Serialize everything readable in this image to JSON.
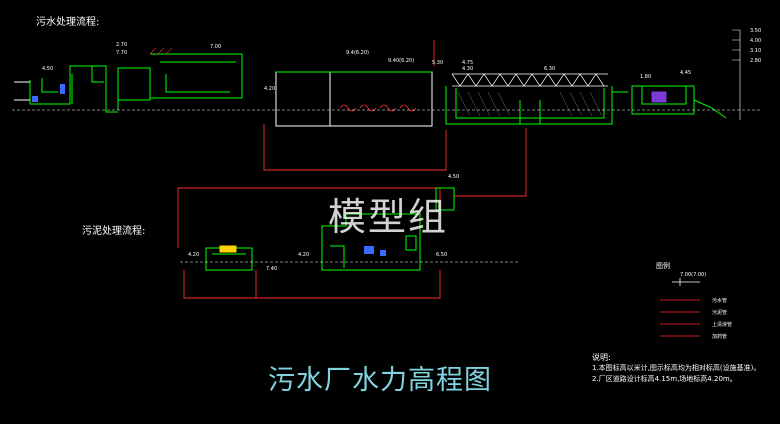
{
  "sections": {
    "sewage_title": "污水处理流程:",
    "sludge_title": "污泥处理流程:"
  },
  "drawing_title": "污水厂水力高程图",
  "watermark": "模型组",
  "notes": {
    "heading": "说明:",
    "line1": "1.本图标高以米计,图示标高均为相对标高(设施基准)。",
    "line2": "2.厂区道路设计标高4.15m,场地标高4.20m。"
  },
  "legend": {
    "heading": "图例",
    "elevation_marker": "7.00(7.00)",
    "items": [
      "污水管",
      "污泥管",
      "上清液管",
      "加药管"
    ]
  },
  "elevation_labels": [
    "4.50",
    "2.70",
    "7.70",
    "7.00",
    "9.4(6.20)",
    "9.40(6.20)",
    "5.30",
    "4.20",
    "4.75",
    "4.30",
    "6.30",
    "1.80",
    "4.45",
    "3.50",
    "4.00",
    "3.10",
    "2.80",
    "4.20",
    "4.50",
    "4.20",
    "7.40",
    "6.50"
  ],
  "colors": {
    "structure": "#00ff00",
    "sewage_pipe": "#ff2d2d",
    "dim_text": "#ffffff",
    "title": "#7fd4e0",
    "background": "#000000"
  }
}
